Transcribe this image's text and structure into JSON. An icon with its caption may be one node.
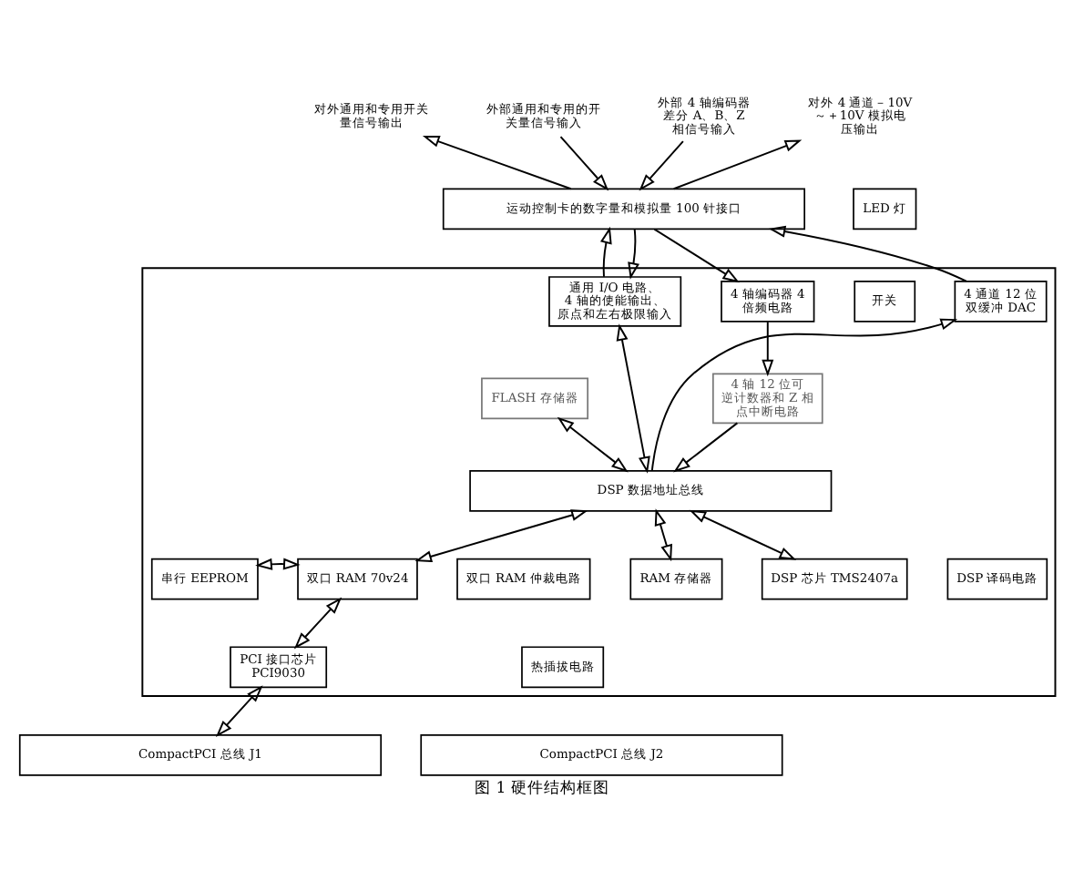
{
  "diagram": {
    "caption": "图 1 硬件结构框图",
    "nodes": [
      {
        "text": [],
        "shape": "box"
      },
      {
        "text": [
          "对外通用和专用开关量信号输出"
        ]
      },
      {
        "text": [
          "外部通用和专用的开关量信号输入"
        ]
      },
      {
        "text": [
          "外部 4 轴编码器差分 A、B、Z 相信号输入"
        ]
      },
      {
        "text": [
          "对外 4 通道－10V～＋10V 模拟电压输出"
        ]
      },
      {
        "text": [
          "运动控制卡的数字量和模拟量 100 针接口"
        ]
      },
      {
        "text": [
          "LED 灯"
        ]
      },
      {
        "text": [
          "开关"
        ],
        "in": 0
      },
      {
        "text": [
          "通用 I/O 电路、4 轴的使能输出、原点和左右极限输入"
        ],
        "in": 0
      },
      {
        "text": [
          "4 轴编码器 4 倍频电路"
        ],
        "in": 0
      },
      {
        "text": [
          "4 通道 12 位双缓冲 DAC"
        ],
        "in": 0
      },
      {
        "text": [
          "FLASH 存储器"
        ],
        "in": 0
      },
      {
        "text": [
          "4 轴 12 位可逆计数器和 Z 相点中断电路"
        ],
        "in": 0
      },
      {
        "text": [
          "DSP 数据地址总线"
        ],
        "in": 0
      },
      {
        "text": [
          "串行 EEPROM"
        ],
        "in": 0
      },
      {
        "text": [
          "双口 RAM 70v24"
        ],
        "in": 0
      },
      {
        "text": [
          "双口 RAM 仲裁电路"
        ],
        "in": 0
      },
      {
        "text": [
          "RAM 存储器"
        ],
        "in": 0
      },
      {
        "text": [
          "DSP 芯片 TMS2407a"
        ],
        "in": 0
      },
      {
        "text": [
          "DSP 译码电路"
        ],
        "in": 0
      },
      {
        "text": [
          "PCI 接口芯片 PCI9030"
        ],
        "in": 0
      },
      {
        "text": [
          "热插拔电路"
        ],
        "in": 0
      },
      {
        "text": [
          "CompactPCI 总线 J1"
        ]
      },
      {
        "text": [
          "CompactPCI 总线 J2"
        ]
      }
    ],
    "edges": [
      {
        "from": 5,
        "to": 1,
        "arrow": "to"
      },
      {
        "from": 2,
        "to": 5,
        "arrow": "to"
      },
      {
        "from": 3,
        "to": 5,
        "arrow": "to"
      },
      {
        "from": 5,
        "to": 4,
        "arrow": "to"
      },
      {
        "from": 8,
        "to": 5,
        "arrow": "to"
      },
      {
        "from": 5,
        "to": 8,
        "arrow": "to"
      },
      {
        "from": 5,
        "to": 9,
        "arrow": "to"
      },
      {
        "from": 10,
        "to": 5,
        "arrow": "to"
      },
      {
        "from": 9,
        "to": 12,
        "arrow": "to"
      },
      {
        "from": 12,
        "to": 13,
        "arrow": "to"
      },
      {
        "from": 13,
        "to": 10,
        "arrow": "to"
      },
      {
        "from": 8,
        "to": 13,
        "arrow": "both"
      },
      {
        "from": 11,
        "to": 13,
        "arrow": "both"
      },
      {
        "from": 13,
        "to": 15,
        "arrow": "both"
      },
      {
        "from": 13,
        "to": 17,
        "arrow": "both"
      },
      {
        "from": 13,
        "to": 18,
        "arrow": "both"
      },
      {
        "from": 14,
        "to": 15,
        "arrow": "both"
      },
      {
        "from": 15,
        "to": 20,
        "arrow": "both"
      },
      {
        "from": 20,
        "to": 22,
        "arrow": "both"
      }
    ]
  }
}
